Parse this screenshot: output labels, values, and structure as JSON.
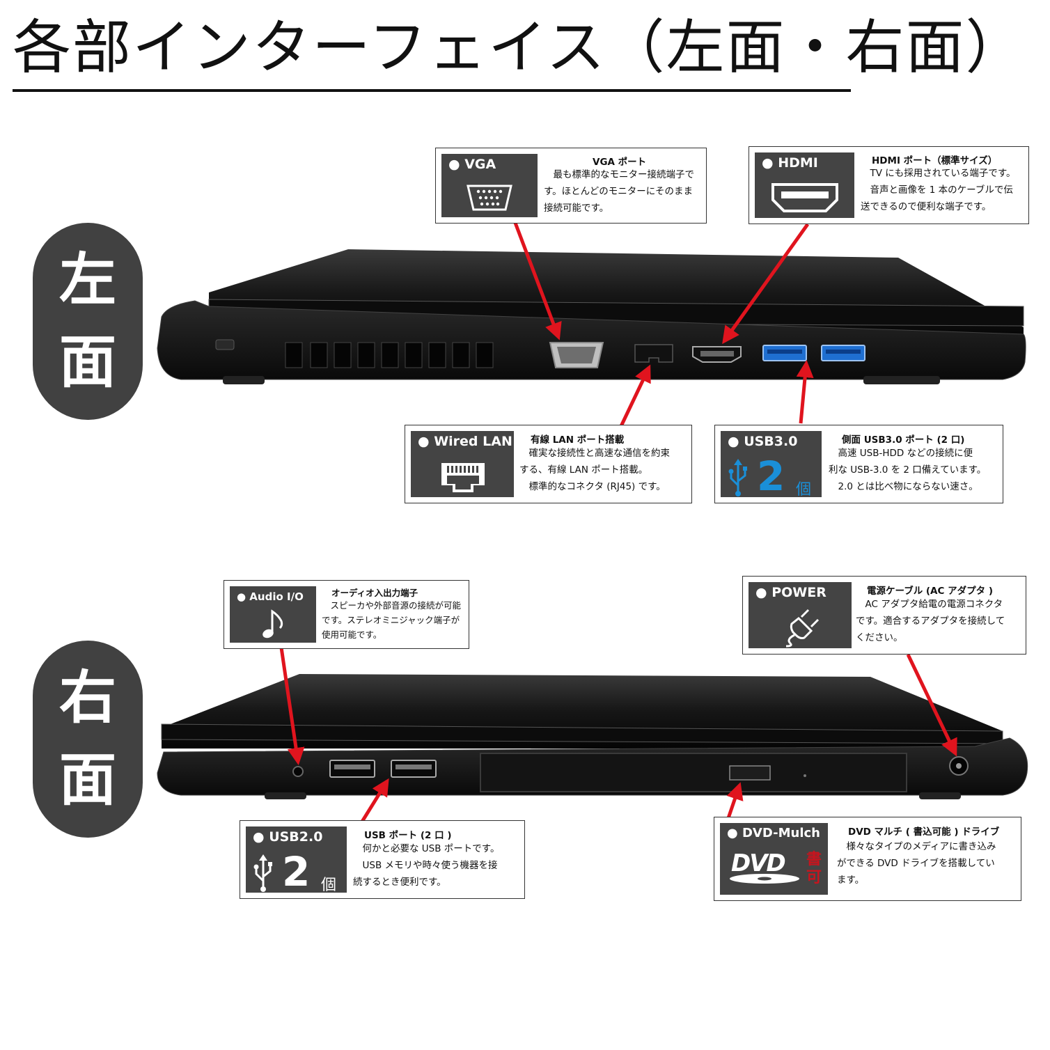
{
  "page": {
    "title": "各部インターフェイス（左面・右面）"
  },
  "sides": {
    "left": {
      "line1": "左",
      "line2": "面"
    },
    "right": {
      "line1": "右",
      "line2": "面"
    }
  },
  "callouts": {
    "vga": {
      "badge": "● VGA",
      "icon": "vga-port-icon",
      "heading": "VGA ポート",
      "lines": [
        "　最も標準的なモニター接続端子で",
        "す。ほとんどのモニターにそのまま",
        "接続可能です。"
      ]
    },
    "hdmi": {
      "badge": "● HDMI",
      "icon": "hdmi-port-icon",
      "heading": "HDMI ポート（標準サイズ）",
      "lines": [
        "　TV にも採用されている端子です。",
        "　音声と画像を 1 本のケーブルで伝",
        "送できるので便利な端子です。"
      ]
    },
    "lan": {
      "badge": "● Wired LAN",
      "icon": "ethernet-port-icon",
      "heading": "有線 LAN ポート搭載",
      "lines": [
        "　確実な接続性と高速な通信を約束",
        "する、有線 LAN ポート搭載。",
        "　標準的なコネクタ (RJ45) です。"
      ]
    },
    "usb3": {
      "badge": "● USB3.0",
      "icon": "usb-icon",
      "count": "2",
      "unit": "個",
      "heading": "側面 USB3.0 ポート (2 口)",
      "lines": [
        "　高速 USB-HDD などの接続に便",
        "利な USB-3.0 を 2 口備えています。",
        "　2.0 とは比べ物にならない速さ。"
      ]
    },
    "audio": {
      "badge": "● Audio I/O",
      "icon": "music-note-icon",
      "heading": "オーディオ入出力端子",
      "lines": [
        "　スピーカや外部音源の接続が可能",
        "です。ステレオミニジャック端子が",
        "使用可能です。"
      ]
    },
    "power": {
      "badge": "● POWER",
      "icon": "power-plug-icon",
      "heading": "電源ケーブル (AC アダプタ )",
      "lines": [
        "　AC アダプタ給電の電源コネクタ",
        "です。適合するアダプタを接続して",
        "ください。"
      ]
    },
    "usb2": {
      "badge": "● USB2.0",
      "icon": "usb-icon",
      "count": "2",
      "unit": "個",
      "heading": "USB ポート (2 口 )",
      "lines": [
        "　何かと必要な USB ポートです。",
        "　USB メモリや時々使う機器を接",
        "続するとき便利です。"
      ]
    },
    "dvd": {
      "badge": "● DVD-Mulch",
      "icon": "dvd-logo-icon",
      "logo": "DVD",
      "stamp1": "書",
      "stamp2": "可",
      "heading": "DVD マルチ ( 書込可能 ) ドライブ",
      "lines": [
        "　様々なタイプのメディアに書き込み",
        "ができる DVD ドライブを搭載してい",
        "ます。"
      ]
    }
  },
  "colors": {
    "badge_bg": "#444444",
    "side_label_bg": "#414141",
    "arrow": "#e0141e",
    "usb3_blue": "#1a8fd8",
    "dvd_red": "#c8141e"
  }
}
